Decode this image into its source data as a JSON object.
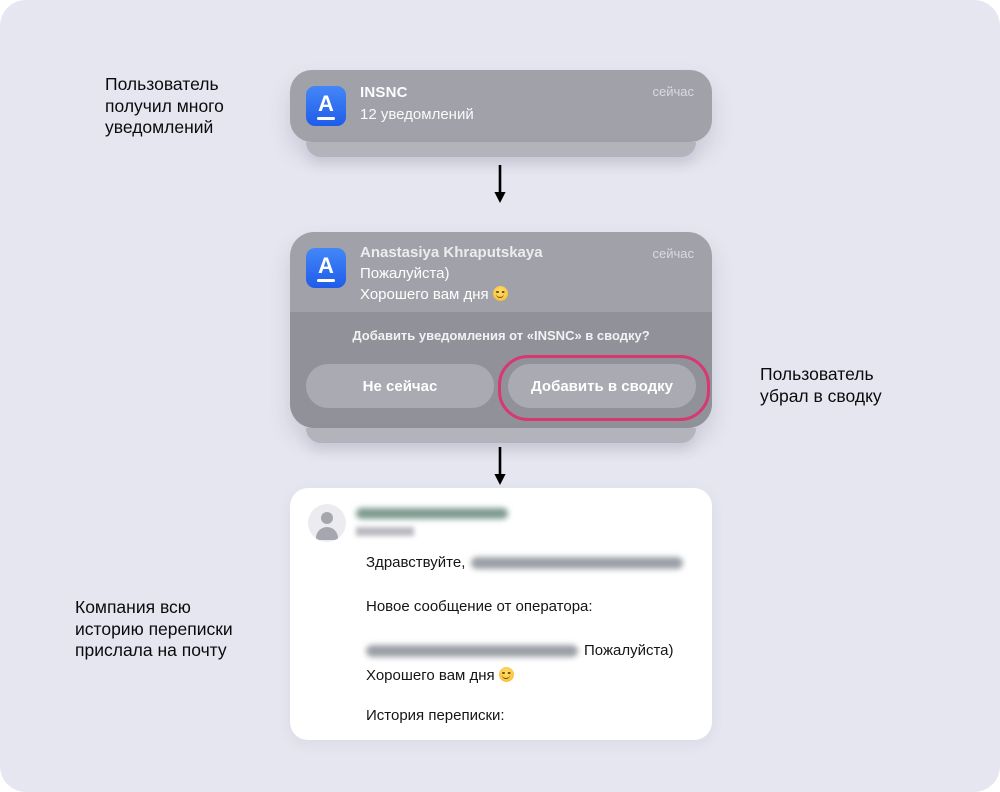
{
  "annotations": {
    "received": {
      "lines": [
        "Пользователь",
        "получил много",
        "уведомлений"
      ]
    },
    "stacked": {
      "lines": [
        "Пользователь",
        "убрал в сводку"
      ]
    },
    "email": {
      "lines": [
        "Компания всю",
        "историю переписки",
        "прислала на почту"
      ]
    }
  },
  "notification_summary": {
    "app_icon_letter": "A",
    "app_name": "INSNC",
    "subtitle": "12 уведомлений",
    "time": "сейчас"
  },
  "notification_prompt": {
    "app_icon_letter": "A",
    "sender": "Anastasiya Khraputskaya",
    "message_line1": "Пожалуйста)",
    "message_line2": "Хорошего вам дня",
    "time": "сейчас",
    "question": "Добавить уведомления от «INSNC» в сводку?",
    "decline_label": "Не сейчас",
    "accept_label": "Добавить в сводку"
  },
  "email_card": {
    "greeting_prefix": "Здравствуйте,",
    "operator_line": "Новое сообщение от оператора:",
    "quoted_suffix": "Пожалуйста)",
    "quoted_line2": "Хорошего вам дня",
    "history_label": "История переписки:"
  },
  "colors": {
    "background": "#e6e6f0",
    "card_gray": "#a1a1a9",
    "app_icon_blue": "#2e6cf0",
    "highlight_ring": "#d6386f"
  }
}
